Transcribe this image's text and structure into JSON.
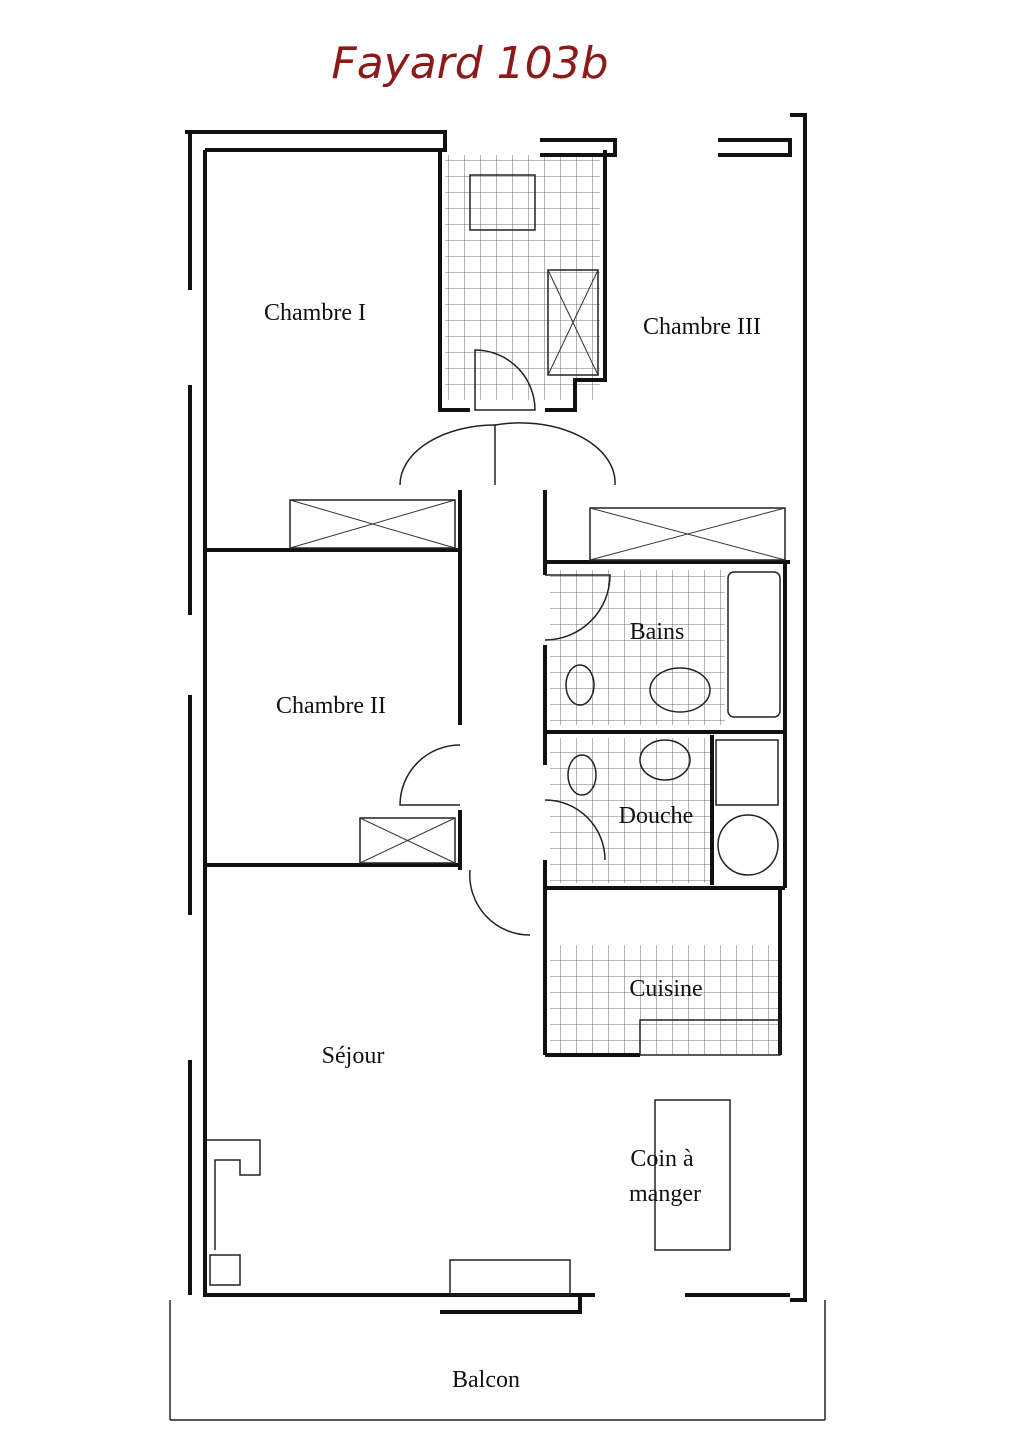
{
  "title": "Fayard 103b",
  "title_color": "#8b1a1a",
  "rooms": {
    "chambre1": "Chambre I",
    "chambre2": "Chambre II",
    "chambre3": "Chambre III",
    "bains": "Bains",
    "douche": "Douche",
    "cuisine": "Cuisine",
    "sejour": "Séjour",
    "coin_line1": "Coin à",
    "coin_line2": "manger",
    "balcon": "Balcon"
  }
}
